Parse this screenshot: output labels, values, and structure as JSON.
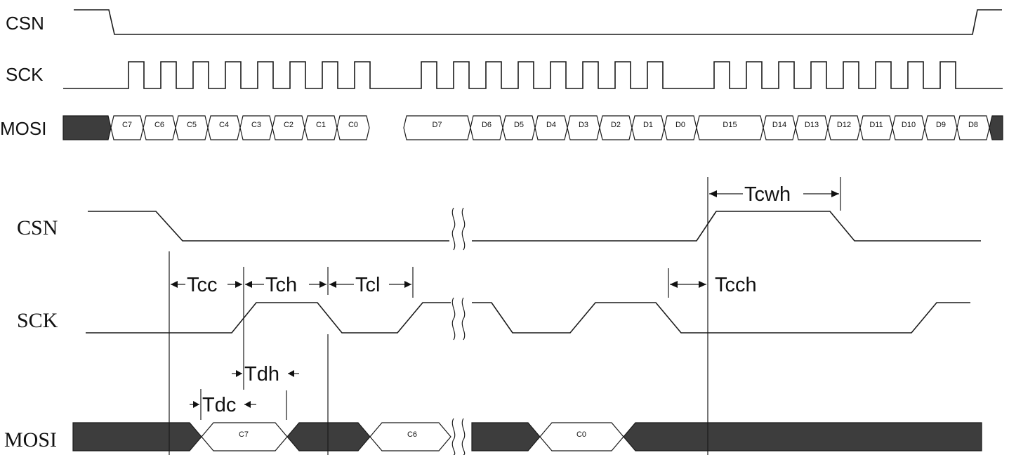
{
  "top": {
    "signals": [
      "CSN",
      "SCK",
      "MOSI"
    ],
    "mosi_cells": [
      "C7",
      "C6",
      "C5",
      "C4",
      "C3",
      "C2",
      "C1",
      "C0",
      "D7",
      "D6",
      "D5",
      "D4",
      "D3",
      "D2",
      "D1",
      "D0",
      "D15",
      "D14",
      "D13",
      "D12",
      "D11",
      "D10",
      "D9",
      "D8"
    ]
  },
  "bottom": {
    "signals": [
      "CSN",
      "SCK",
      "MOSI"
    ],
    "mosi_cells": [
      "C7",
      "C6",
      "C0"
    ],
    "timings": [
      "Tcc",
      "Tch",
      "Tcl",
      "Tdh",
      "Tdc",
      "Tcwh",
      "Tcch"
    ]
  },
  "colors": {
    "line": "#1a1a1a",
    "bus_fill": "#3d3d3d"
  }
}
